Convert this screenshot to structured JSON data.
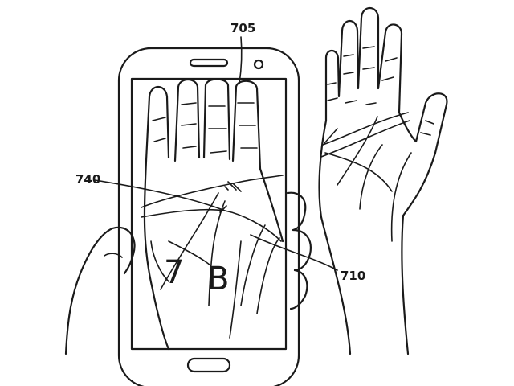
{
  "labels": {
    "phone_ref": "705",
    "line_ref": "740",
    "screen_ref": "710",
    "region_letter_1": "7",
    "region_letter_2": "B"
  }
}
